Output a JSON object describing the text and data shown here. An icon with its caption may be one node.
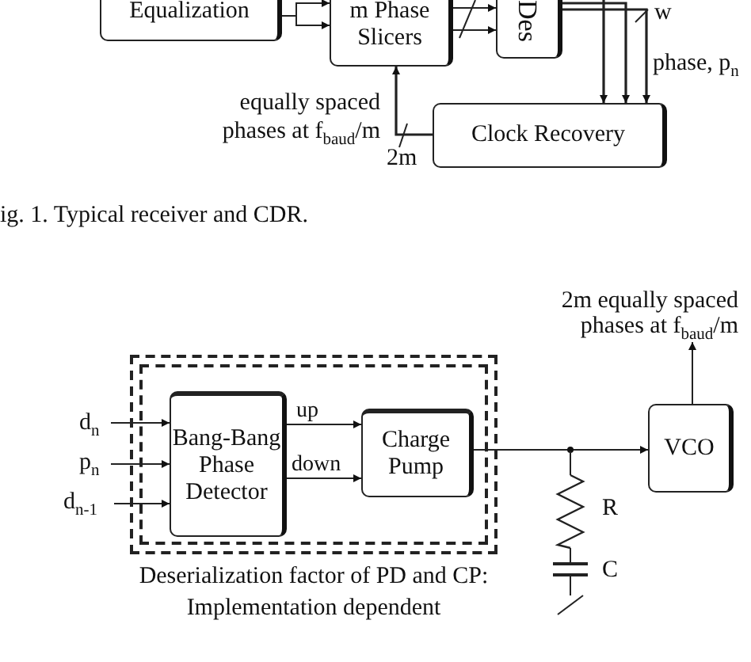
{
  "diagram": {
    "caption": "ig. 1. Typical receiver and CDR.",
    "nodes": [
      {
        "text": [
          "Equalization"
        ]
      },
      {
        "text": [
          "m Phase Slicers"
        ]
      },
      {
        "text": [
          "Des"
        ]
      },
      {
        "text": [
          "Clock Recovery"
        ]
      },
      {
        "text": [
          "Deserialization factor of PD and CP: Implementation dependent"
        ]
      },
      {
        "text": [
          "Bang-Bang Phase Detector"
        ],
        "in": 4
      },
      {
        "text": [
          "Charge Pump"
        ],
        "in": 4
      },
      {
        "text": [
          "VCO"
        ]
      },
      {
        "text": [
          "2m equally spaced phases at f$_{baud}$/m"
        ]
      },
      {
        "text": [
          "d$_{n}$"
        ]
      },
      {
        "text": [
          "p$_{n}$"
        ]
      },
      {
        "text": [
          "d$_{n-1}$"
        ]
      }
    ],
    "edges": [
      {
        "from": 0,
        "to": 1,
        "arrow": "to"
      },
      {
        "from": 0,
        "to": 1,
        "arrow": "to"
      },
      {
        "from": 1,
        "to": 2,
        "arrow": "to"
      },
      {
        "from": 1,
        "to": 2,
        "arrow": "to"
      },
      {
        "from": 2,
        "to": 3,
        "arrow": "to"
      },
      {
        "from": 2,
        "to": 3,
        "arrow": "to"
      },
      {
        "from": 2,
        "to": 3,
        "arrow": "to"
      },
      {
        "from": 3,
        "to": 1,
        "arrow": "to"
      },
      {
        "from": 9,
        "to": 5,
        "arrow": "to"
      },
      {
        "from": 10,
        "to": 5,
        "arrow": "to"
      },
      {
        "from": 11,
        "to": 5,
        "arrow": "to"
      },
      {
        "from": 5,
        "to": 6,
        "label": "up",
        "arrow": "to"
      },
      {
        "from": 5,
        "to": 6,
        "label": "down",
        "arrow": "to"
      },
      {
        "from": 6,
        "to": 7,
        "arrow": "to"
      },
      {
        "from": 7,
        "to": 8,
        "arrow": "to"
      }
    ],
    "labels": [
      "w",
      "phase, p$_{n}$",
      "equally spaced phases at f$_{baud}$/m",
      "2m",
      "R",
      "C"
    ]
  }
}
